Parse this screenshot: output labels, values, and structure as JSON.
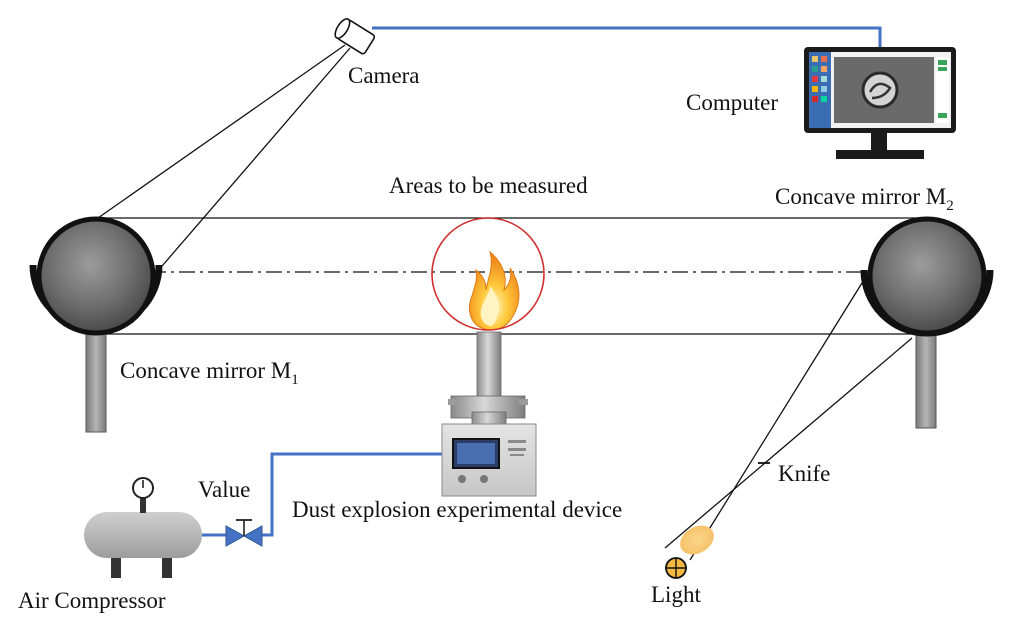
{
  "labels": {
    "camera": "Camera",
    "computer": "Computer",
    "areas": "Areas to be measured",
    "mirror2": "Concave mirror  M",
    "mirror2_sub": "2",
    "mirror1": "Concave mirror  M",
    "mirror1_sub": "1",
    "value": "Value",
    "device": "Dust explosion experimental device",
    "knife": "Knife",
    "air": "Air Compressor",
    "light": "Light"
  },
  "colors": {
    "pipe": "#4472c4",
    "circle": "#d03030",
    "flame": "#f5a623",
    "mirror_frame": "#1a1a1a",
    "stand": "#9a9a9a",
    "compressor": "#b8b8b8"
  }
}
